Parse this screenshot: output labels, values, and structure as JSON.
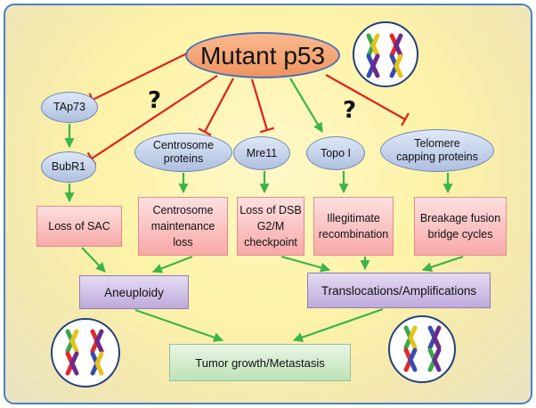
{
  "nodes": {
    "mutant_p53": "Mutant p53",
    "tap73": "TAp73",
    "bubr1": "BubR1",
    "centrosome_proteins": "Centrosome\nproteins",
    "mre11": "Mre11",
    "topo1": "Topo I",
    "telomere": "Telomere\ncapping proteins",
    "loss_sac": "Loss of SAC",
    "centrosome_loss": "Centrosome\nmaintenance\nloss",
    "loss_dsb": "Loss of DSB\nG2/M\ncheckpoint",
    "illegitimate": "Illegitimate\nrecombination",
    "breakage": "Breakage fusion\nbridge cycles",
    "aneuploidy": "Aneuploidy",
    "translocations": "Translocations/Amplifications",
    "tumor": "Tumor growth/Metastasis"
  },
  "question_mark": "?",
  "colors": {
    "inhibit": "#e0201e",
    "activate": "#3ab54a",
    "frame": "#4a82c5"
  }
}
